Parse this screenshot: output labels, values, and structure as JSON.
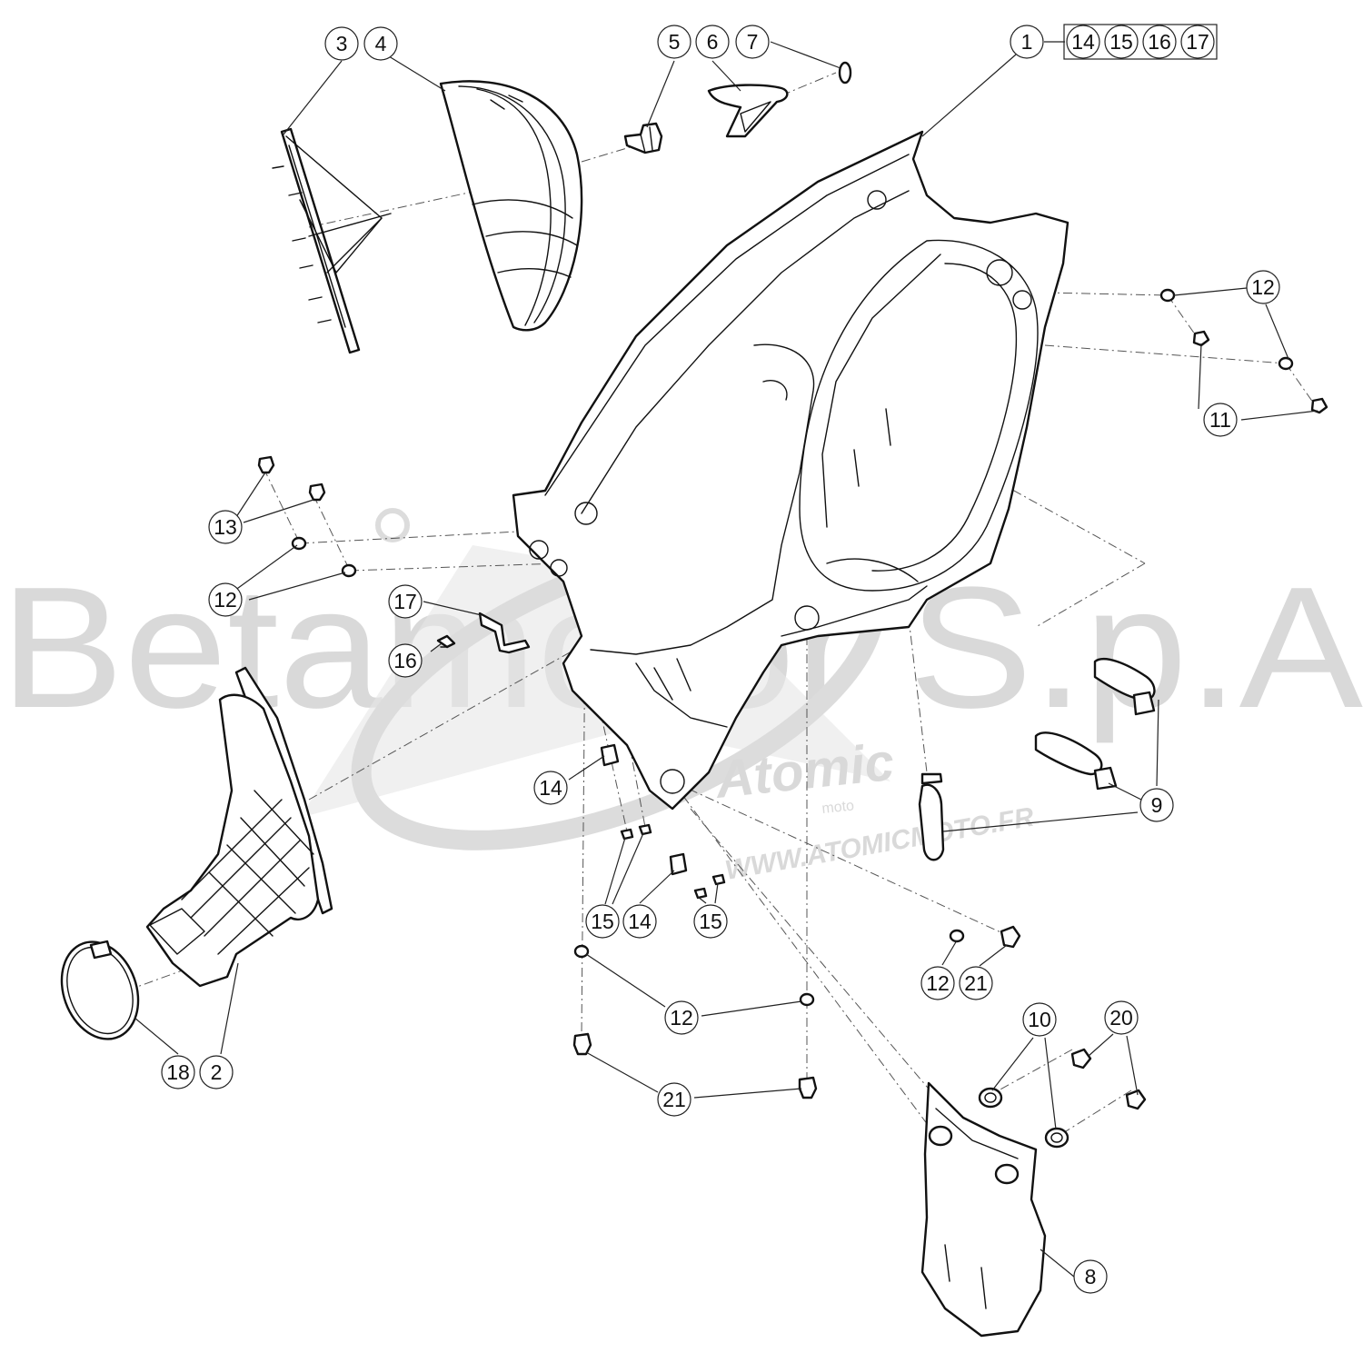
{
  "watermark": {
    "brand_text": "Betamotor S.p.A",
    "logo_word": "Atomic",
    "logo_sub": "moto",
    "url_text": "WWW.ATOMICMOTO.FR",
    "color": "#d9d9d9"
  },
  "colors": {
    "line": "#111111",
    "callout_border": "#222222",
    "background": "#ffffff"
  },
  "callouts": [
    {
      "id": "c3",
      "label": "3"
    },
    {
      "id": "c4",
      "label": "4"
    },
    {
      "id": "c5",
      "label": "5"
    },
    {
      "id": "c6",
      "label": "6"
    },
    {
      "id": "c7",
      "label": "7"
    },
    {
      "id": "c1",
      "label": "1"
    },
    {
      "id": "c14a",
      "label": "14"
    },
    {
      "id": "c15a",
      "label": "15"
    },
    {
      "id": "c16a",
      "label": "16"
    },
    {
      "id": "c17a",
      "label": "17"
    },
    {
      "id": "c12a",
      "label": "12"
    },
    {
      "id": "c11",
      "label": "11"
    },
    {
      "id": "c13",
      "label": "13"
    },
    {
      "id": "c12b",
      "label": "12"
    },
    {
      "id": "c17b",
      "label": "17"
    },
    {
      "id": "c16b",
      "label": "16"
    },
    {
      "id": "c14b",
      "label": "14"
    },
    {
      "id": "c9",
      "label": "9"
    },
    {
      "id": "c15b",
      "label": "15"
    },
    {
      "id": "c14c",
      "label": "14"
    },
    {
      "id": "c15c",
      "label": "15"
    },
    {
      "id": "c12c",
      "label": "12"
    },
    {
      "id": "c21a",
      "label": "21"
    },
    {
      "id": "c10",
      "label": "10"
    },
    {
      "id": "c20",
      "label": "20"
    },
    {
      "id": "c12d",
      "label": "12"
    },
    {
      "id": "c18",
      "label": "18"
    },
    {
      "id": "c2",
      "label": "2"
    },
    {
      "id": "c21b",
      "label": "21"
    },
    {
      "id": "c8",
      "label": "8"
    }
  ]
}
